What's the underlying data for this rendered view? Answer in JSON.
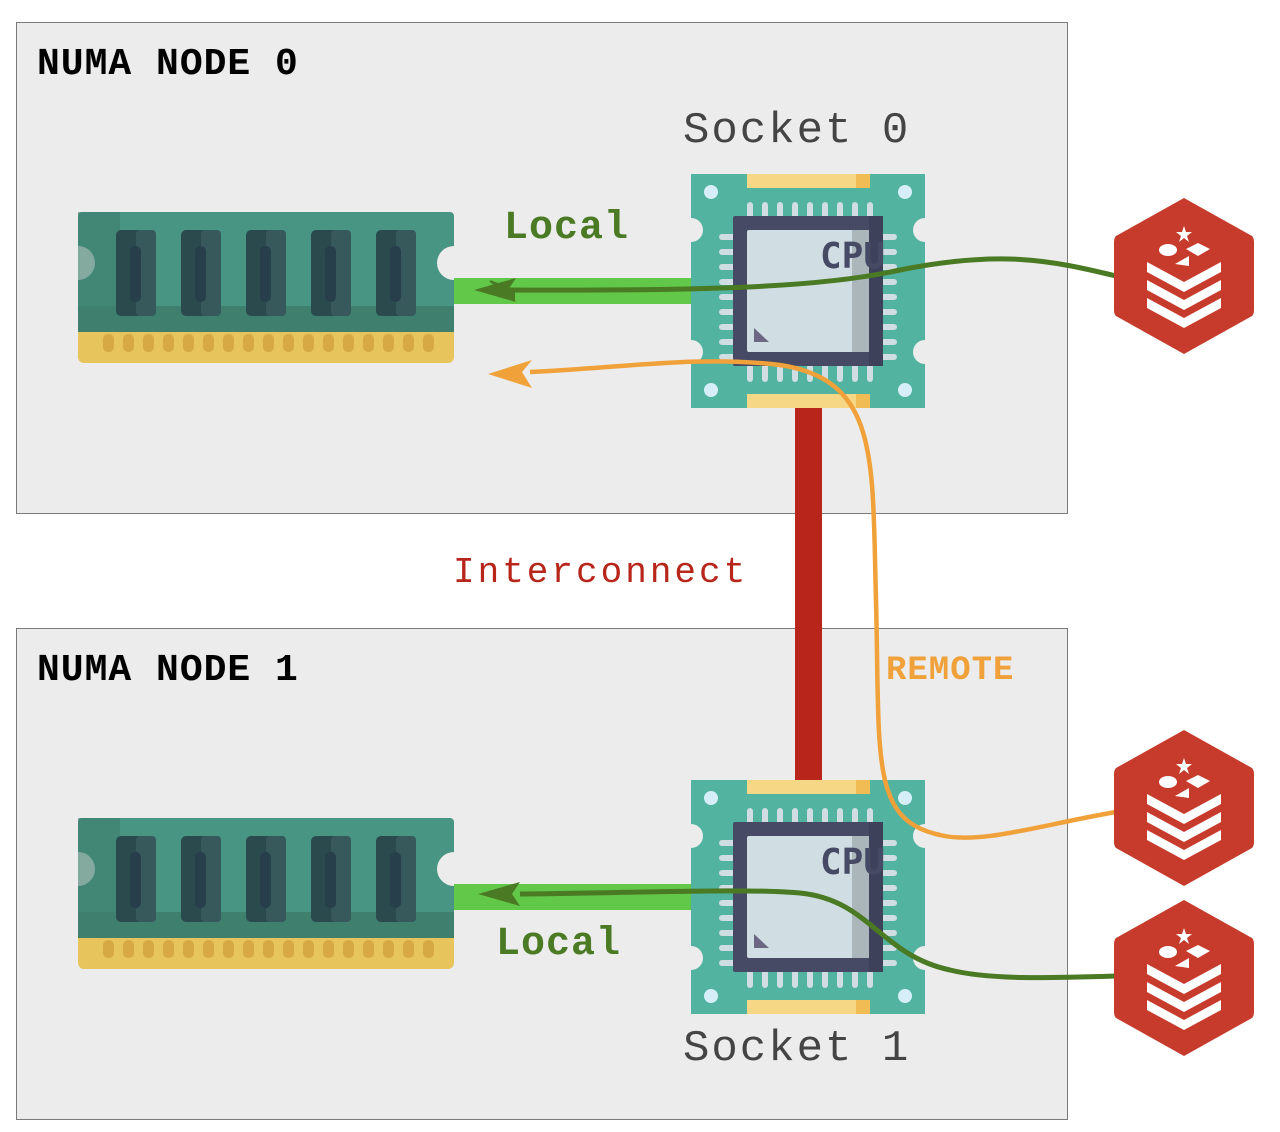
{
  "diagram": {
    "nodes": [
      {
        "title": "NUMA NODE 0",
        "socket_label": "Socket 0",
        "local_label": "Local"
      },
      {
        "title": "NUMA NODE 1",
        "socket_label": "Socket 1",
        "local_label": "Local"
      }
    ],
    "interconnect_label": "Interconnect",
    "remote_label": "REMOTE",
    "cpu_chip_text": "CPU",
    "clients": [
      {
        "icon": "redis-icon",
        "path": "local",
        "node": 0
      },
      {
        "icon": "redis-icon",
        "path": "remote",
        "node": 1
      },
      {
        "icon": "redis-icon",
        "path": "local",
        "node": 1
      }
    ],
    "colors": {
      "local_path": "#4a7a23",
      "local_bus": "#62c84a",
      "remote_path": "#f0a13a",
      "interconnect": "#b8261b",
      "redis": "#c73b2c",
      "node_bg": "#ececec"
    }
  }
}
